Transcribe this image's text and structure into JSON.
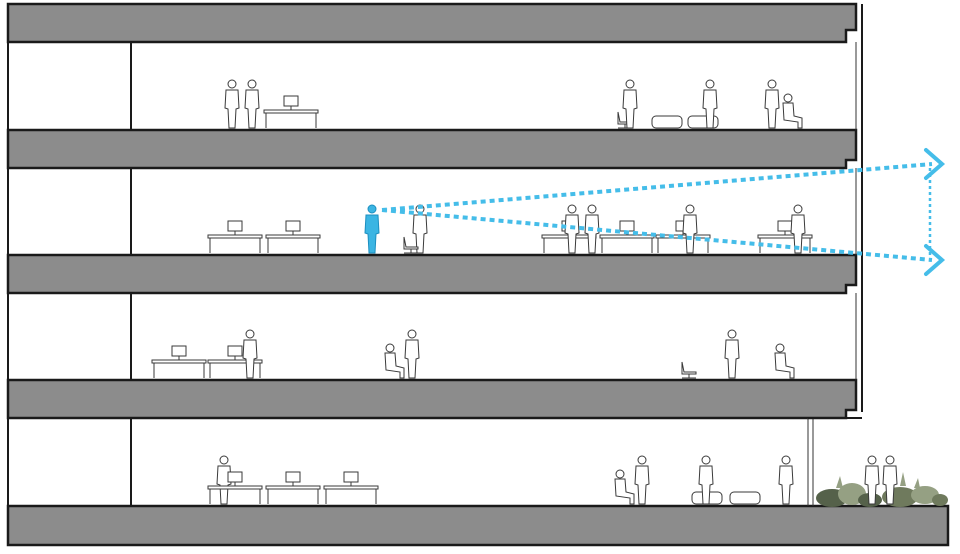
{
  "diagram": {
    "kind": "building-section",
    "floors": 4,
    "slab_color": "#8c8c8c",
    "line_color": "#1a1a1a",
    "highlight_color": "#3bb5e3",
    "sightline_color": "#45bde9",
    "highlighted_floor": 2,
    "exterior_planting": true
  }
}
